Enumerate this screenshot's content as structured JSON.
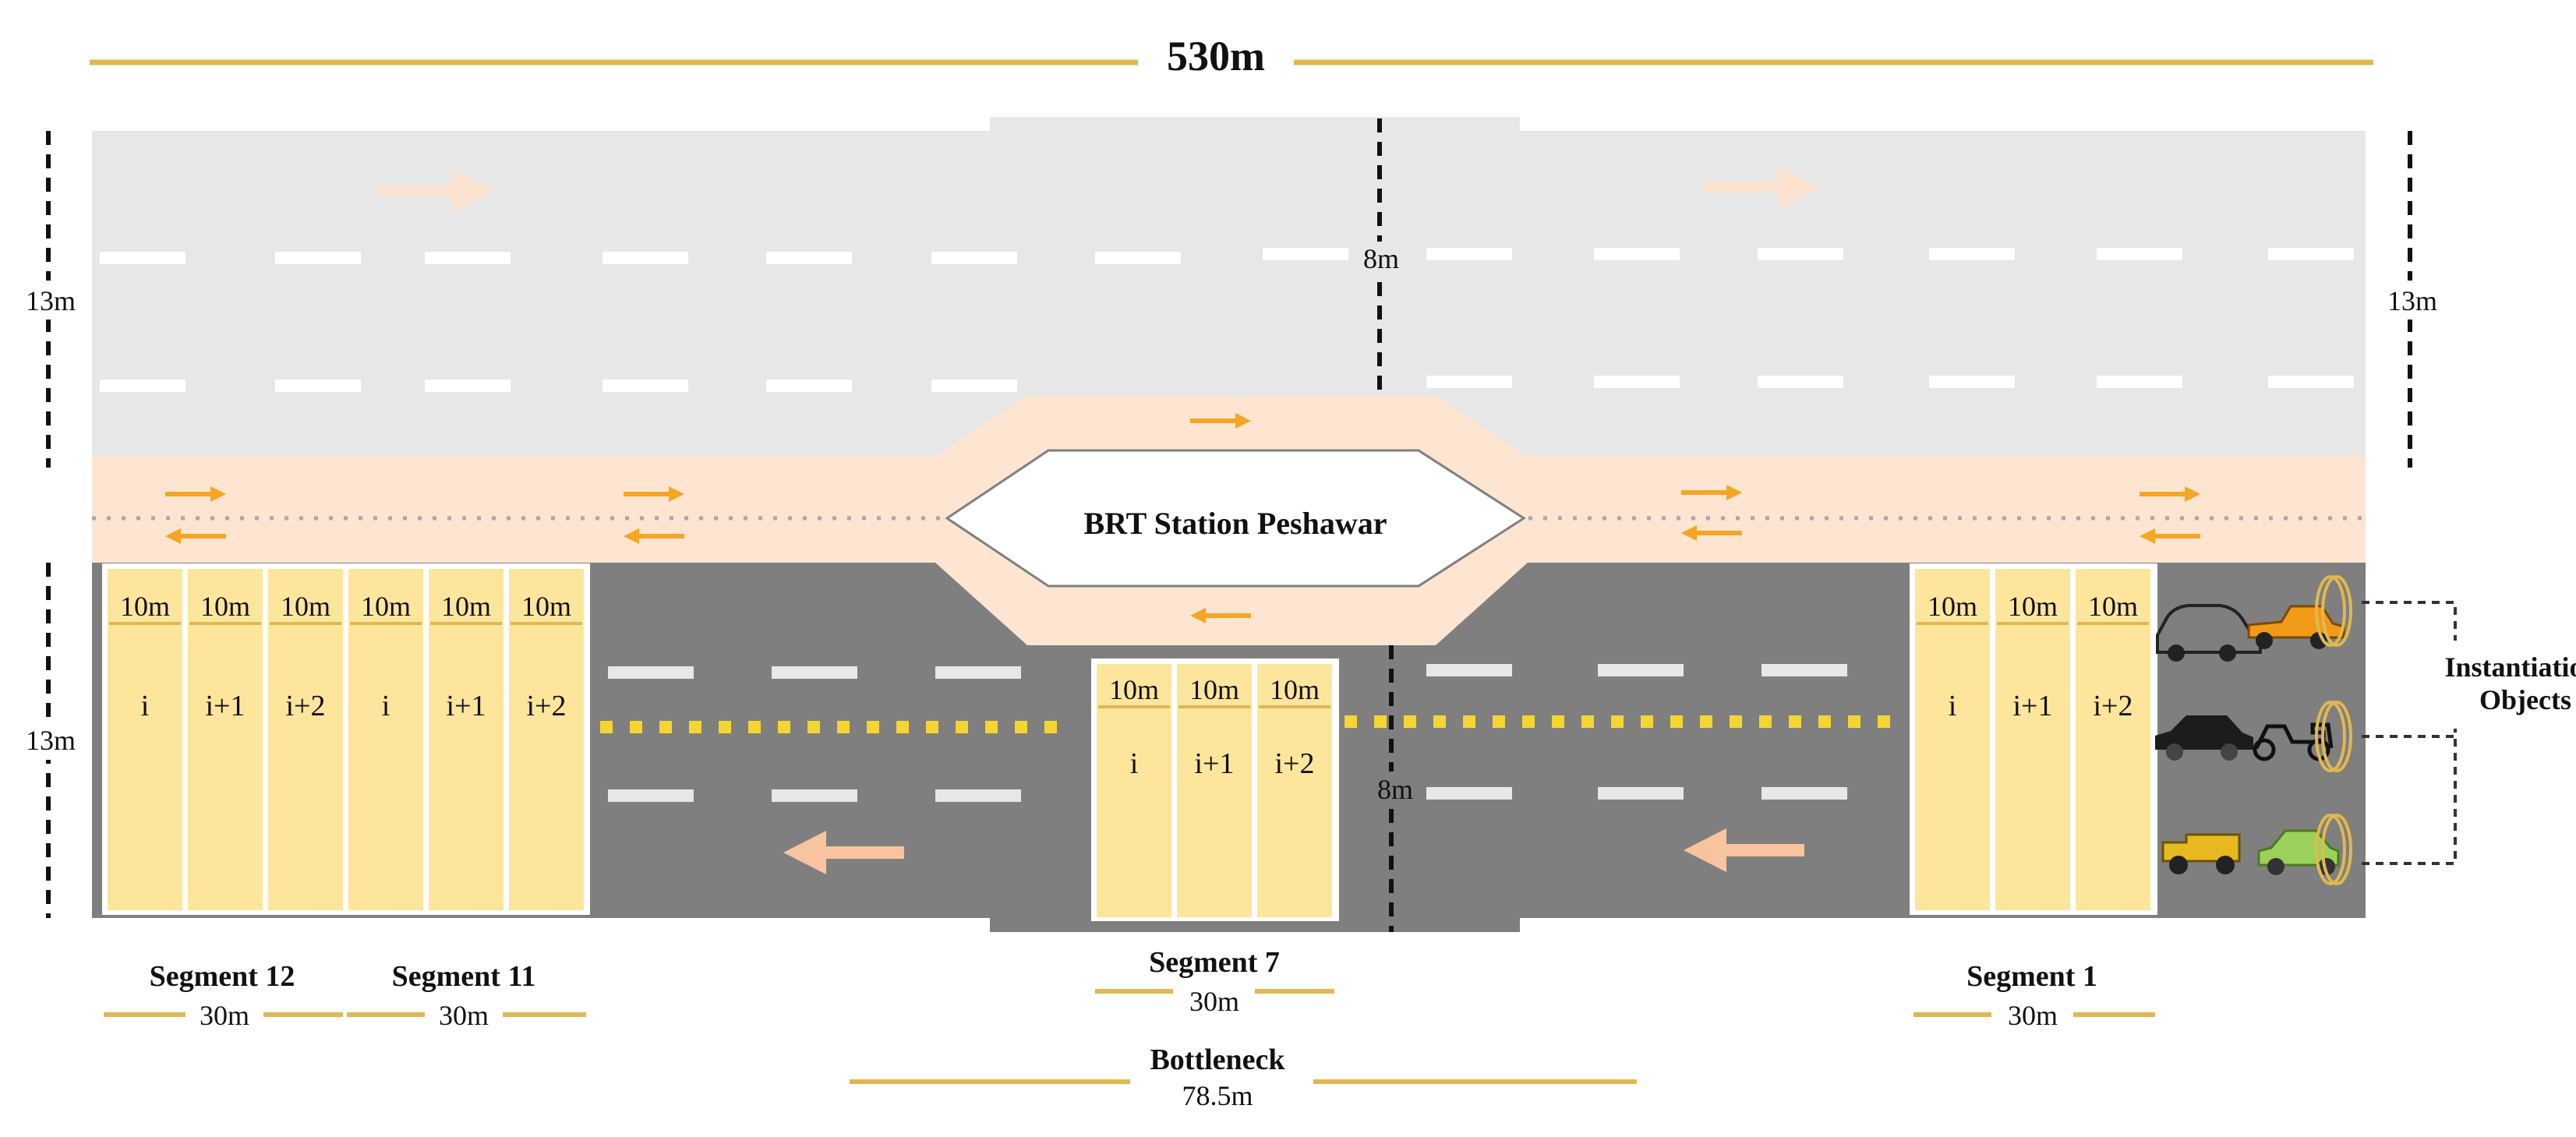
{
  "title_length": "530m",
  "side_width_left_top": "13m",
  "side_width_right_top": "13m",
  "side_width_left_bottom": "13m",
  "center_width_top": "8m",
  "center_width_bottom": "8m",
  "station_label": "BRT Station Peshawar",
  "instantiation_label": [
    "Instantiation",
    "Objects"
  ],
  "segment_cell_length": "10m",
  "cell_labels": [
    "i",
    "i+1",
    "i+2"
  ],
  "segments": [
    {
      "name": "Segment 12",
      "length": "30m"
    },
    {
      "name": "Segment 11",
      "length": "30m"
    },
    {
      "name": "Segment 7",
      "length": "30m"
    },
    {
      "name": "Segment 1",
      "length": "30m"
    }
  ],
  "bottleneck": {
    "name": "Bottleneck",
    "length": "78.5m"
  },
  "vehicle_icons": [
    "car-outline-icon",
    "pickup-truck-icon",
    "suv-icon",
    "scooter-icon",
    "dump-truck-icon",
    "compact-car-icon"
  ],
  "colors": {
    "upper_road": "#e7e7e7",
    "lower_road": "#7f7f7f",
    "brt_lane": "#fde5d1",
    "cell_fill": "#fde59c",
    "arrow_orange": "#f5a623",
    "arrow_peach": "#f8c39f",
    "scale_line": "#e0b850",
    "center_dots": "#f5d531"
  }
}
